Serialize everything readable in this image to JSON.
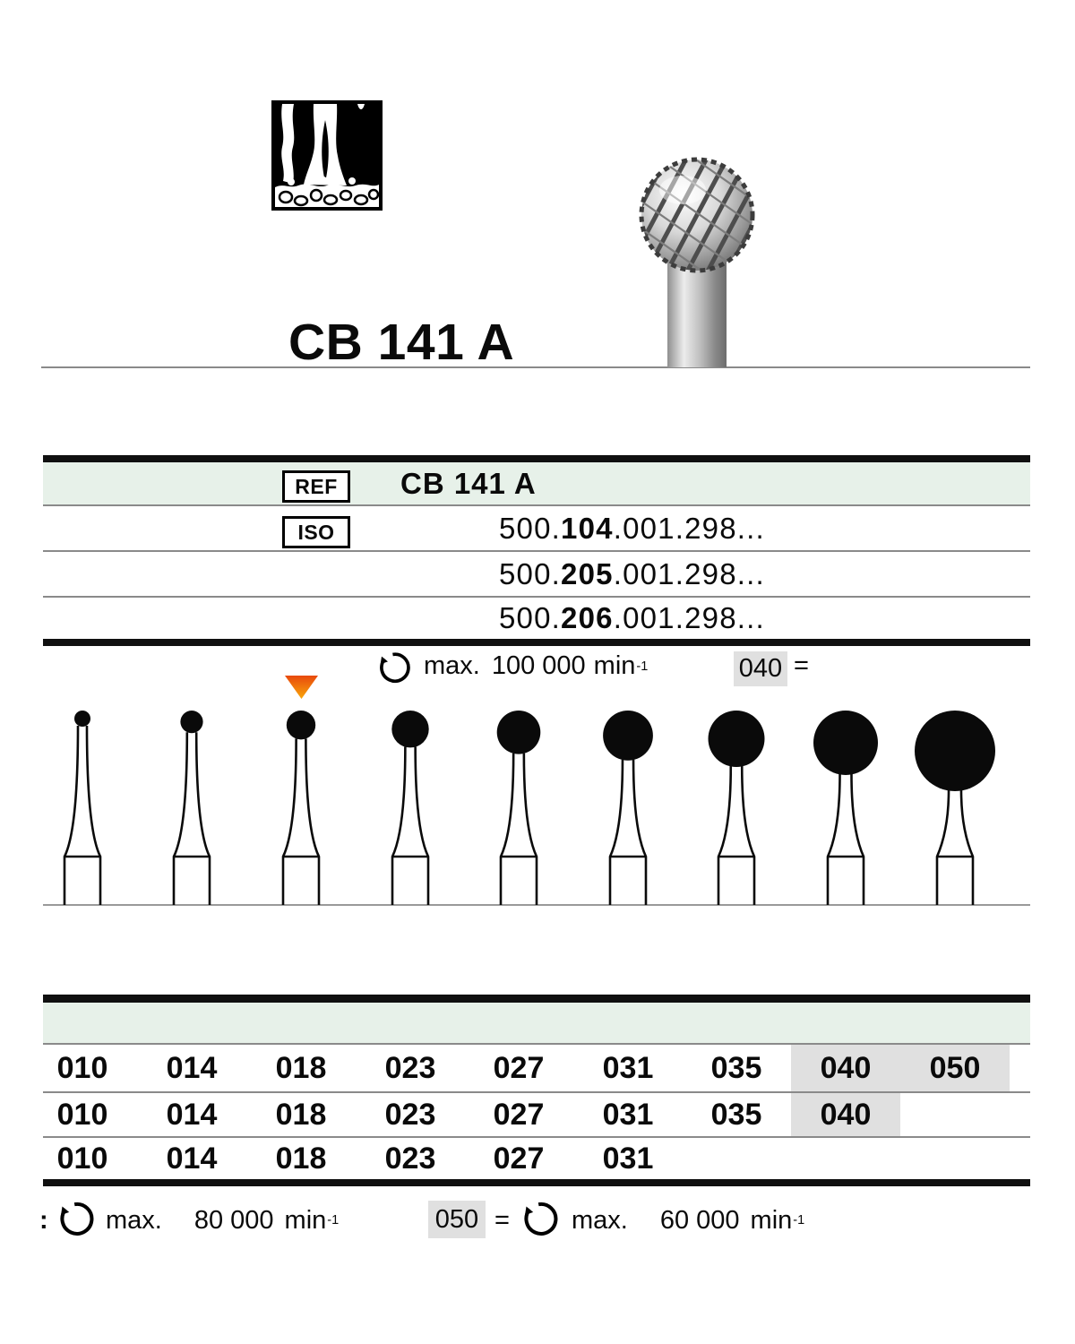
{
  "page": {
    "background": "#ffffff"
  },
  "header": {
    "title": "CB 141 A",
    "tooth_icon": "tooth-cross-section-pictogram",
    "bur_photo": "round-carbide-bur-photo"
  },
  "colors": {
    "row_green": "#e7f1e9",
    "highlight_gray": "#e0e0e0",
    "marker_orange_top": "#e8490c",
    "marker_orange_bottom": "#f9a70b",
    "rule_gray": "#8a8a8a",
    "bar_black": "#101010"
  },
  "ref_table": {
    "ref_label": "REF",
    "ref_value": "CB 141 A",
    "iso_label": "ISO",
    "iso_rows": [
      {
        "prefix": "500.",
        "bold": "104",
        "suffix": ".001.298..."
      },
      {
        "prefix": "500.",
        "bold": "205",
        "suffix": ".001.298..."
      },
      {
        "prefix": "500.",
        "bold": "206",
        "suffix": ".001.298..."
      }
    ]
  },
  "speed_note": {
    "max_label": "max.",
    "value": "100 000",
    "unit": "min",
    "exponent": "-1",
    "size_ref": "040",
    "equals": "="
  },
  "marker": {
    "position_size": "018"
  },
  "bur_row": {
    "iso_sizes": [
      "010",
      "014",
      "018",
      "023",
      "027",
      "031",
      "035",
      "040",
      "050"
    ],
    "head_diameters_mm": [
      1.0,
      1.4,
      1.8,
      2.3,
      2.7,
      3.1,
      3.5,
      4.0,
      5.0
    ]
  },
  "size_table": {
    "rows": [
      {
        "values": [
          "010",
          "014",
          "018",
          "023",
          "027",
          "031",
          "035",
          "040",
          "050"
        ],
        "highlight_start": 7
      },
      {
        "values": [
          "010",
          "014",
          "018",
          "023",
          "027",
          "031",
          "035",
          "040"
        ],
        "highlight_start": 7
      },
      {
        "values": [
          "010",
          "014",
          "018",
          "023",
          "027",
          "031"
        ],
        "highlight_start": -1
      }
    ]
  },
  "legend": {
    "colon_mark": ":",
    "left": {
      "max_label": "max.",
      "value": "80 000",
      "unit": "min",
      "exponent": "-1"
    },
    "size_ref": "050",
    "equals": "=",
    "right": {
      "max_label": "max.",
      "value": "60 000",
      "unit": "min",
      "exponent": "-1"
    }
  }
}
